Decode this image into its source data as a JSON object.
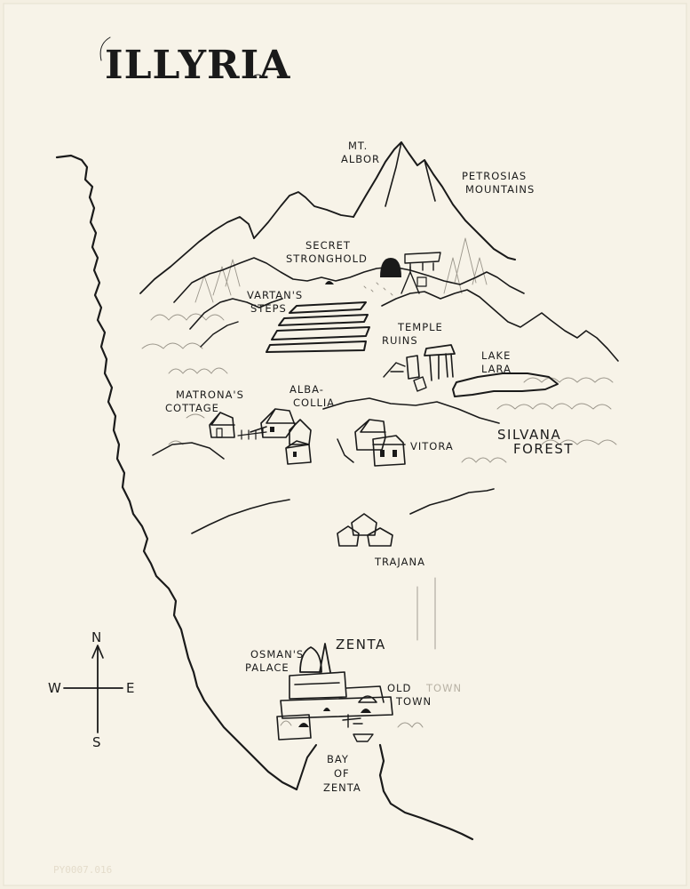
{
  "title": "ILLYRIA",
  "labels": {
    "mt_albor": [
      "MT.",
      "ALBOR"
    ],
    "petrosias": [
      "PETROSIAS",
      "MOUNTAINS"
    ],
    "secret_stronghold": [
      "SECRET",
      "STRONGHOLD"
    ],
    "vartans_steps": [
      "VARTAN'S",
      "STEPS"
    ],
    "temple_ruins": [
      "TEMPLE",
      "RUINS"
    ],
    "lake_lara": [
      "LAKE",
      "LARA"
    ],
    "matronas_cottage": [
      "MATRONA'S",
      "COTTAGE"
    ],
    "alba_collia": [
      "ALBA-",
      "COLLIA"
    ],
    "vitora": "VITORA",
    "silvana_forest": [
      "SILVANA",
      "FOREST"
    ],
    "trajana": "TRAJANA",
    "zenta": "ZENTA",
    "osmans_palace": [
      "OSMAN'S",
      "PALACE"
    ],
    "old_town": [
      "OLD",
      "TOWN"
    ],
    "old_town_pencil": "TOWN",
    "bay_of_zenta": [
      "BAY",
      "OF",
      "ZENTA"
    ]
  },
  "compass": {
    "n": "N",
    "s": "S",
    "e": "E",
    "w": "W"
  },
  "archive_mark": "PY0007.016"
}
